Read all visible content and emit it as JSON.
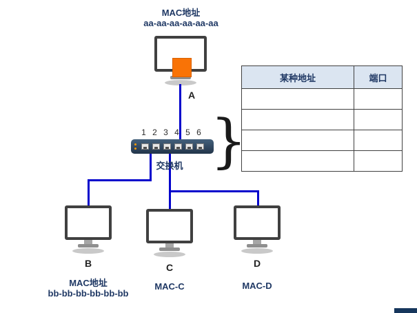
{
  "computer_a": {
    "mac_label": "MAC地址",
    "mac_value": "aa-aa-aa-aa-aa-aa",
    "letter": "A"
  },
  "switch": {
    "port_numbers": "1 2 3 4 5 6",
    "label": "交换机"
  },
  "computer_b": {
    "letter": "B",
    "mac_label": "MAC地址",
    "mac_value": "bb-bb-bb-bb-bb-bb"
  },
  "computer_c": {
    "letter": "C",
    "mac_value": "MAC-C"
  },
  "computer_d": {
    "letter": "D",
    "mac_value": "MAC-D"
  },
  "table": {
    "headers": [
      "某种地址",
      "端口"
    ],
    "rows": [
      [
        "",
        ""
      ],
      [
        "",
        ""
      ],
      [
        "",
        ""
      ],
      [
        "",
        ""
      ]
    ]
  },
  "brace_char": "}",
  "colors": {
    "line": "#0000cc",
    "text": "#1f3864",
    "header_fill": "#dbe5f1",
    "orange": "#f97306"
  }
}
